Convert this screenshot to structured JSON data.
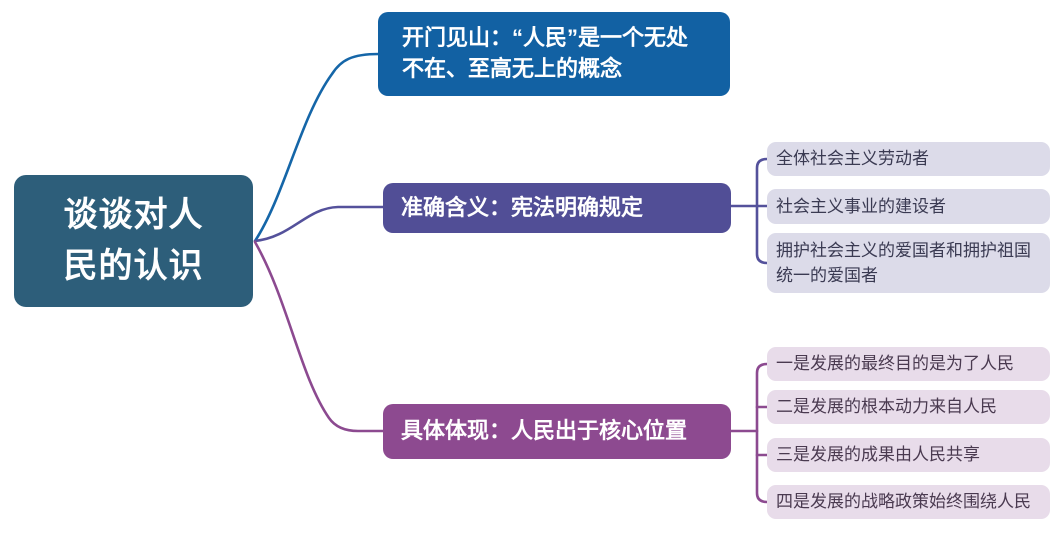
{
  "root": {
    "label": "谈谈对人\n民的认识"
  },
  "branches": [
    {
      "id": "opening",
      "label": "开门见山：“人民”是一个无处\n不在、至高无上的概念",
      "children": []
    },
    {
      "id": "meaning",
      "label": "准确含义：宪法明确规定",
      "children": [
        {
          "label": "全体社会主义劳动者"
        },
        {
          "label": "社会主义事业的建设者"
        },
        {
          "label": "拥护社会主义的爱国者和拥护祖国\n统一的爱国者"
        }
      ]
    },
    {
      "id": "embodiment",
      "label": "具体体现：人民出于核心位置",
      "children": [
        {
          "label": "一是发展的最终目的是为了人民"
        },
        {
          "label": "二是发展的根本动力来自人民"
        },
        {
          "label": "三是发展的成果由人民共享"
        },
        {
          "label": "四是发展的战略政策始终围绕人民"
        }
      ]
    }
  ],
  "colors": {
    "root_bg": "#2D5E7A",
    "branch_opening_bg": "#1261A3",
    "branch_meaning_bg": "#514E96",
    "branch_embodiment_bg": "#8D4A90",
    "branch_text": "#FFFFFF",
    "meaning_child_bg": "#DCDBE9",
    "embodiment_child_bg": "#E8DCEA",
    "meaning_child_text": "#3A3A52",
    "embodiment_child_text": "#4A3A50",
    "line_opening": "#1566A8",
    "line_meaning": "#54519B",
    "line_embodiment": "#8C4A90"
  }
}
